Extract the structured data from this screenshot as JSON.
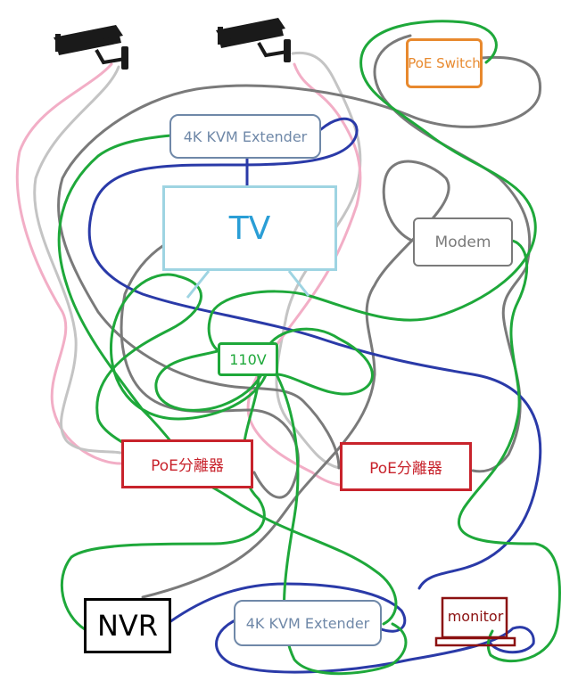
{
  "labels": {
    "poe_switch": "PoE Switch",
    "kvm_top": "4K KVM Extender",
    "tv": "TV",
    "modem": "Modem",
    "outlet": "110V",
    "poe_splitter_left": "PoE分離器",
    "poe_splitter_right": "PoE分離器",
    "nvr": "NVR",
    "kvm_bottom": "4K KVM Extender",
    "monitor": "monitor"
  },
  "icons": [
    "camera-icon",
    "camera-icon",
    "monitor-icon",
    "tv-icon"
  ],
  "colors": {
    "green_wire": "#1ea83a",
    "blue_wire": "#2a3aa8",
    "gray_wire": "#7a7a7a",
    "light_gray_wire": "#c4c4c4",
    "pink_wire": "#f2aec6",
    "poe_switch": "#e8892e",
    "kvm": "#6f88a8",
    "tv_frame": "#9ed4e2",
    "tv_text": "#2a9ed6",
    "modem": "#7a7a7a",
    "outlet": "#1ea83a",
    "poe_splitter": "#c8232c",
    "nvr": "#000000",
    "monitor": "#8b1010"
  }
}
